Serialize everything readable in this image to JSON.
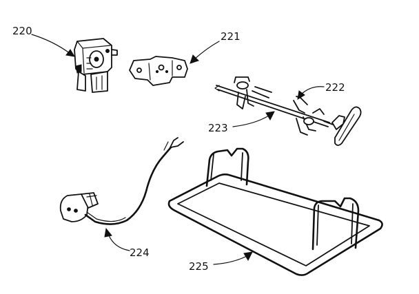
{
  "labels": {
    "motor": "220",
    "bracket": "221",
    "spit_forks": "222",
    "spit_rod": "223",
    "power_cord": "224",
    "drip_rack": "225"
  }
}
